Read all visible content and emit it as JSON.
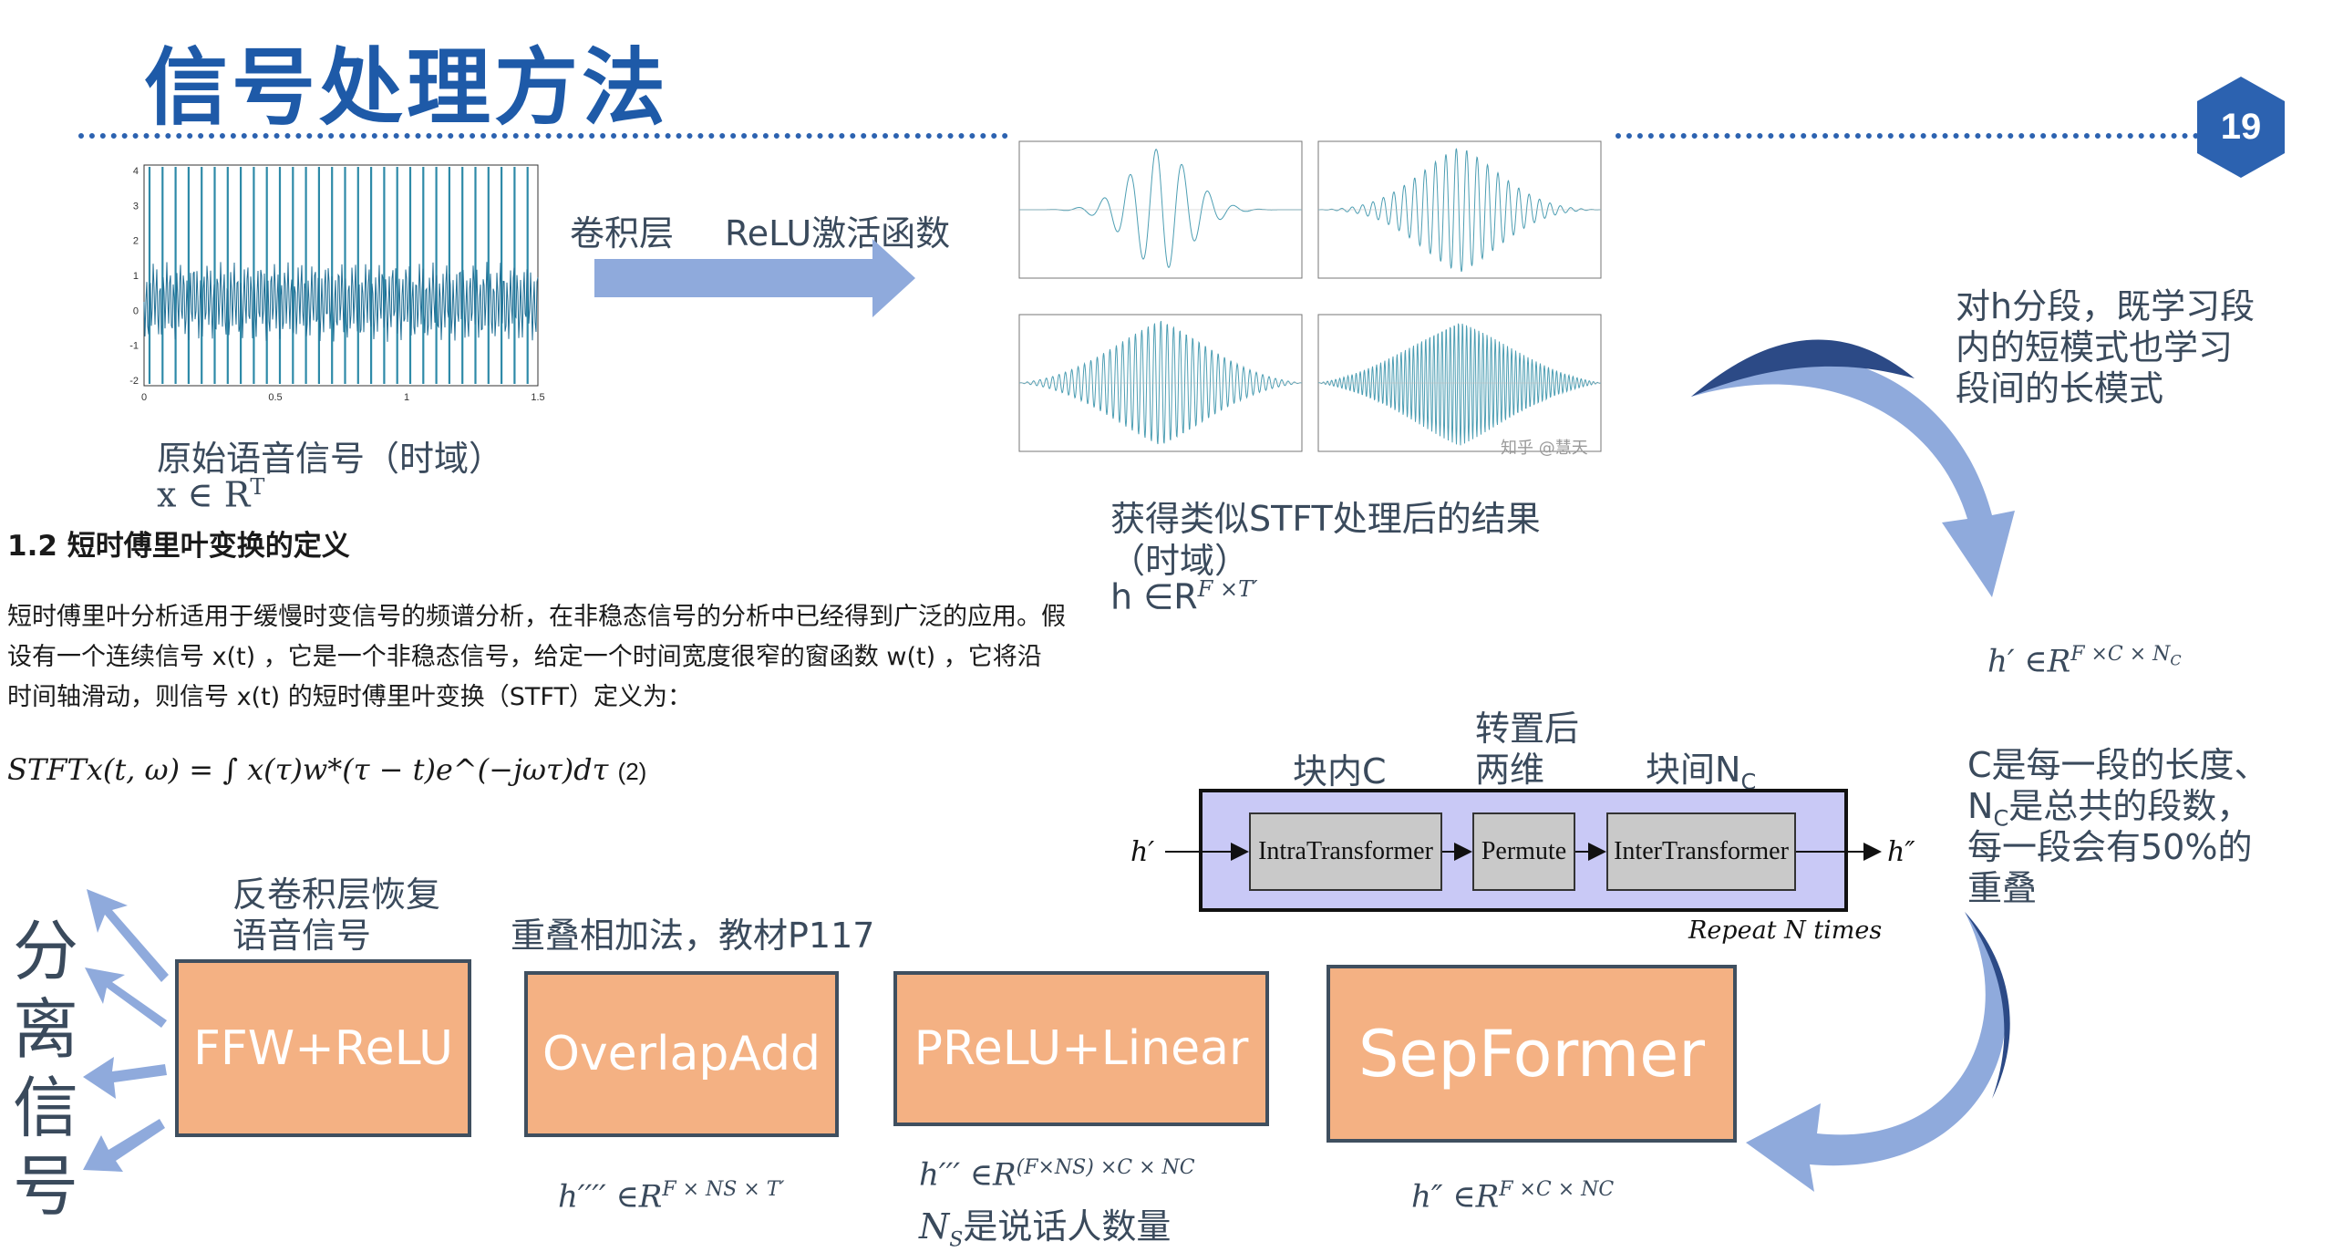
{
  "slide": {
    "title": "信号处理方法",
    "page_number": "19"
  },
  "raw_signal": {
    "caption": "原始语音信号（时域）",
    "formula": "x ∈ R",
    "formula_sup": "T",
    "y_ticks": [
      "4",
      "3",
      "2",
      "1",
      "0",
      "-1",
      "-2"
    ],
    "x_ticks": [
      "0",
      "0.5",
      "1",
      "1.5"
    ]
  },
  "conv": {
    "label_conv": "卷积层",
    "label_relu": "ReLU激活函数"
  },
  "stft_result": {
    "caption_line1": "获得类似STFT处理后的结果",
    "caption_line2": "（时域）",
    "formula": "h ∈R",
    "formula_sup": "F ×T′",
    "watermark": "知乎 @慧天"
  },
  "segment_note": {
    "line1": "对h分段，既学习段",
    "line2": "内的短模式也学习",
    "line3": "段间的长模式",
    "formula": "h′ ∈R",
    "formula_sup": "F ×C × N",
    "formula_sub": "C"
  },
  "doc_excerpt": {
    "heading": "1.2 短时傅里叶变换的定义",
    "para_line1": "短时傅里叶分析适用于缓慢时变信号的频谱分析，在非稳态信号的分析中已经得到广泛的应用。假",
    "para_line2": "设有一个连续信号 x(t) ，它是一个非稳态信号，给定一个时间宽度很窄的窗函数 w(t) ，它将沿",
    "para_line3": "时间轴滑动，则信号 x(t) 的短时傅里叶变换（STFT）定义为：",
    "equation": "STFTx(t, ω) = ∫ x(τ)w*(τ − t)e^(−jωτ)dτ",
    "equation_number": "(2)"
  },
  "sepformer_detail": {
    "label_intra_prefix": "块内C",
    "label_transpose_line1": "转置后",
    "label_transpose_line2": "两维",
    "label_inter": "块间N",
    "label_inter_sub": "C",
    "intra": "IntraTransformer",
    "permute": "Permute",
    "inter": "InterTransformer",
    "input": "h′",
    "output": "h″",
    "repeat": "Repeat N times"
  },
  "chunk_note": {
    "line1": "C是每一段的长度、",
    "line2_pre": "N",
    "line2_sub": "C",
    "line2_post": "是总共的段数，",
    "line3": "每一段会有50%的",
    "line4": "重叠"
  },
  "pipeline": {
    "ffw": "FFW+ReLU",
    "ffw_note_line1": "反卷积层恢复",
    "ffw_note_line2": "语音信号",
    "overlap": "OverlapAdd",
    "overlap_note": "重叠相加法，教材P117",
    "prelu": "PReLU+Linear",
    "sepformer": "SepFormer",
    "separated": [
      "分",
      "离",
      "信",
      "号"
    ]
  },
  "formulas": {
    "h4": "h′′′′ ∈R",
    "h4_sup": "F × NS × T′",
    "h3": "h′′′ ∈R",
    "h3_sup": "(F×NS) ×C × NC",
    "h3_note": "N",
    "h3_note_sub": "S",
    "h3_note_post": "是说话人数量",
    "h2": "h″ ∈R",
    "h2_sup": "F ×C × NC"
  },
  "colors": {
    "title": "#1e5aa8",
    "block_fill": "#f4b183",
    "arrow": "#8faadc",
    "sepformer_box": "#c9c9f6"
  }
}
